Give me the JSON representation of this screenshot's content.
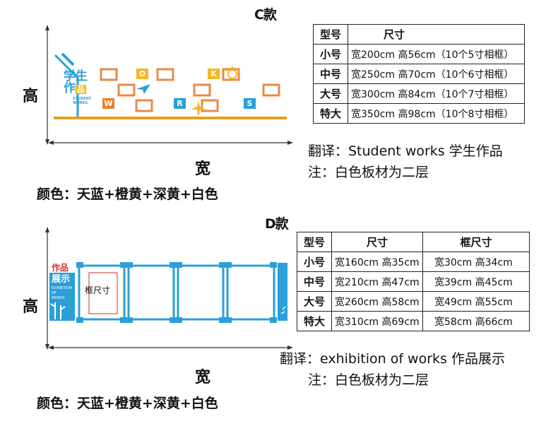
{
  "c": {
    "title": "C款",
    "height_label": "高",
    "width_label": "宽",
    "wall_text": {
      "line1": "学生",
      "line2a": "作",
      "line2b": "品",
      "sub1": "STUDENT",
      "sub2": "WORKS"
    },
    "letters_top": [
      "O",
      "K"
    ],
    "letters_bottom": [
      "W",
      "R",
      "S"
    ],
    "table": {
      "headers": [
        "型号",
        "尺寸"
      ],
      "rows": [
        {
          "model": "小号",
          "size": "宽200cm 高56cm（10个5寸相框）"
        },
        {
          "model": "中号",
          "size": "宽250cm 高70cm（10个6寸相框）"
        },
        {
          "model": "大号",
          "size": "宽300cm 高84cm（10个7寸相框）"
        },
        {
          "model": "特大",
          "size": "宽350cm 高98cm（10个8寸相框）"
        }
      ]
    },
    "translation": "翻译：Student works 学生作品",
    "note": "注：白色板材为二层",
    "color": "颜色：天蓝+橙黄+深黄+白色"
  },
  "d": {
    "title": "D款",
    "height_label": "高",
    "width_label": "宽",
    "panel": {
      "title": "作品",
      "subtitle": "展示",
      "en1": "EXHIBITION",
      "en2": "OF",
      "en3": "WORKS"
    },
    "frame_label": "框尺寸",
    "table": {
      "headers": [
        "型号",
        "尺寸",
        "框尺寸"
      ],
      "rows": [
        {
          "model": "小号",
          "size": "宽160cm 高35cm",
          "frame": "宽30cm 高34cm"
        },
        {
          "model": "中号",
          "size": "宽210cm 高47cm",
          "frame": "宽39cm 高45cm"
        },
        {
          "model": "大号",
          "size": "宽260cm 高58cm",
          "frame": "宽49cm 高55cm"
        },
        {
          "model": "特大",
          "size": "宽310cm 高69cm",
          "frame": "宽58cm 高66cm"
        }
      ]
    },
    "translation": "翻译：exhibition of works 作品展示",
    "note": "注：白色板材为二层",
    "color": "颜色：天蓝+橙黄+深黄+白色"
  },
  "colors": {
    "sky_blue": "#2a9fd8",
    "orange": "#f0a030",
    "deep_yellow": "#f5b820",
    "frame_orange": "#e88a4a"
  }
}
